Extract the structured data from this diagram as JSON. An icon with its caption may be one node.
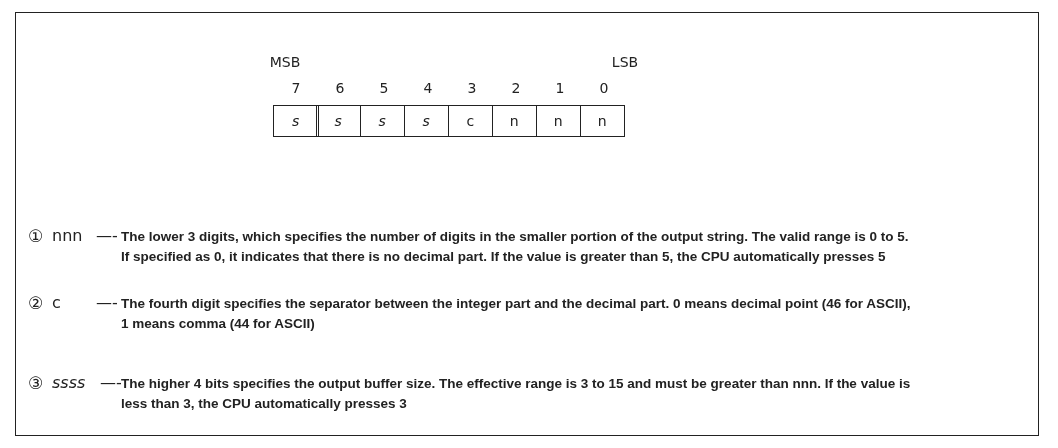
{
  "diagram": {
    "labels": [
      "MSB",
      "LSB",
      "7",
      "6",
      "5",
      "4",
      "3",
      "2",
      "1",
      "0",
      "s",
      "s",
      "s",
      "s",
      "c",
      "n",
      "n",
      "n",
      "①",
      "nnn",
      "—-",
      "The lower 3 digits, which specifies the number of digits in the smaller portion of the output string. The valid range is 0 to 5. If specified as 0, it indicates that there is no decimal part. If the value is greater than 5, the CPU automatically presses 5",
      "②",
      "c",
      "—-",
      "The fourth digit specifies the separator between the integer part and the decimal part. 0 means decimal point (46 for ASCII), 1 means comma (44 for ASCII)",
      "③",
      "ssss",
      "—-",
      "The higher 4 bits specifies the output buffer size. The effective range is 3 to 15 and must be greater than nnn. If the value is less than 3, the CPU automatically presses 3"
    ]
  }
}
